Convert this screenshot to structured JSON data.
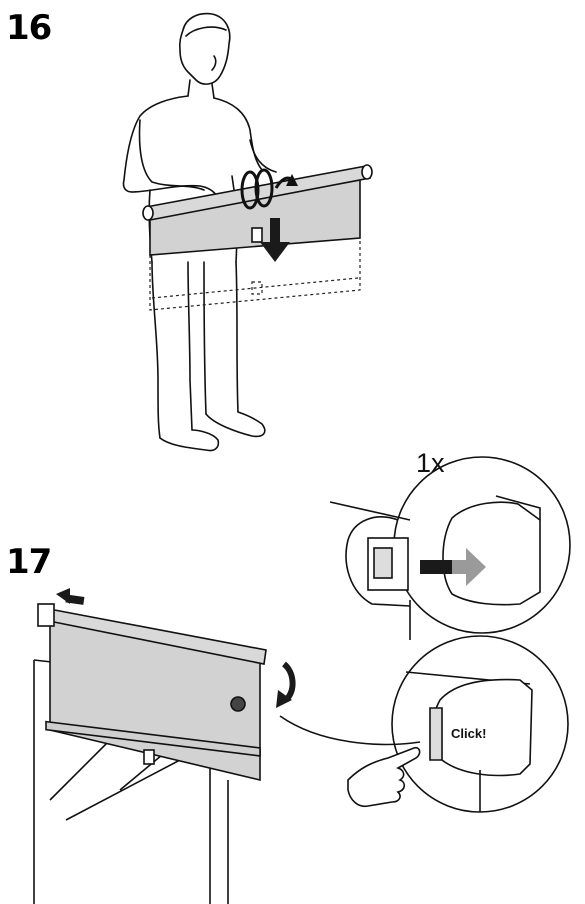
{
  "step16": {
    "number": "16"
  },
  "step17": {
    "number": "17",
    "detail_count": "1x",
    "click_label": "Click!"
  },
  "icons": [
    "rotate-arrow-icon",
    "down-arrow-icon",
    "left-arrow-icon",
    "curved-arrow-icon",
    "right-arrow-icon"
  ],
  "colors": {
    "fabric": "#d2d2d2",
    "line": "#111111",
    "arrow": "#1a1a1a",
    "arrow_grey": "#9a9a9a"
  }
}
